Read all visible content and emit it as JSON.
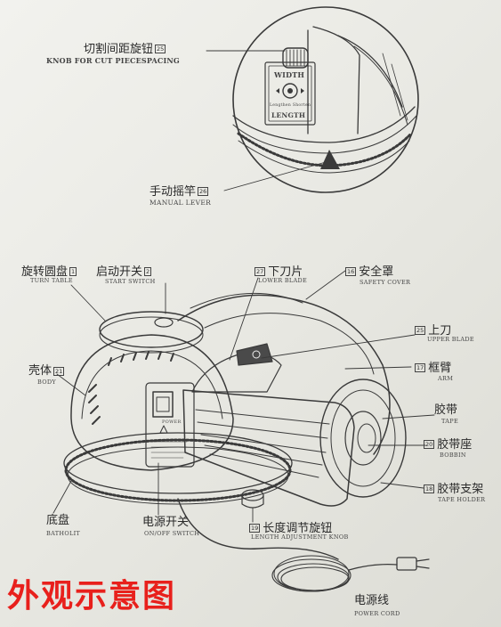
{
  "labels": {
    "knob": {
      "zh": "切割间距旋钮",
      "num": "25",
      "en": "KNOB FOR CUT PIECESPACING"
    },
    "lever": {
      "zh": "手动摇竿",
      "num": "26",
      "en": "MANUAL LEVER"
    },
    "turn": {
      "zh": "旋转圆盘",
      "num": "1",
      "en": "TURN TABLE"
    },
    "start": {
      "zh": "启动开关",
      "num": "2",
      "en": "START SWITCH"
    },
    "lower": {
      "zh": "下刀片",
      "num": "27",
      "en": "LOWER BLADE"
    },
    "safety": {
      "zh": "安全罩",
      "num": "16",
      "en": "SAFETY COVER"
    },
    "upper": {
      "zh": "上刀",
      "num": "25",
      "en": "UPPER BLADE"
    },
    "arm": {
      "zh": "框臂",
      "num": "17",
      "en": "ARM"
    },
    "body": {
      "zh": "壳体",
      "num": "21",
      "en": "BODY"
    },
    "tape": {
      "zh": "胶带",
      "en": "TAPE"
    },
    "bobbin": {
      "zh": "胶带座",
      "num": "20",
      "en": "BOBBIN"
    },
    "holder": {
      "zh": "胶带支架",
      "num": "18",
      "en": "TAPE HOLDER"
    },
    "base": {
      "zh": "底盘",
      "en": "BATHOLIT"
    },
    "power": {
      "zh": "电源开关",
      "en": "ON/OFF SWITCH"
    },
    "length": {
      "zh": "长度调节旋钮",
      "num": "19",
      "en": "LENGTH ADJUSTMENT KNOB"
    },
    "cord": {
      "zh": "电源线",
      "en": "POWER CORD"
    }
  },
  "device_text": {
    "width": "WIDTH",
    "length": "LENGTH",
    "scale": "Lengthen   Shorten",
    "power_panel": "POWER"
  },
  "caption": "外观示意图",
  "colors": {
    "caption": "#e8201c",
    "line": "#3a3a3a"
  }
}
